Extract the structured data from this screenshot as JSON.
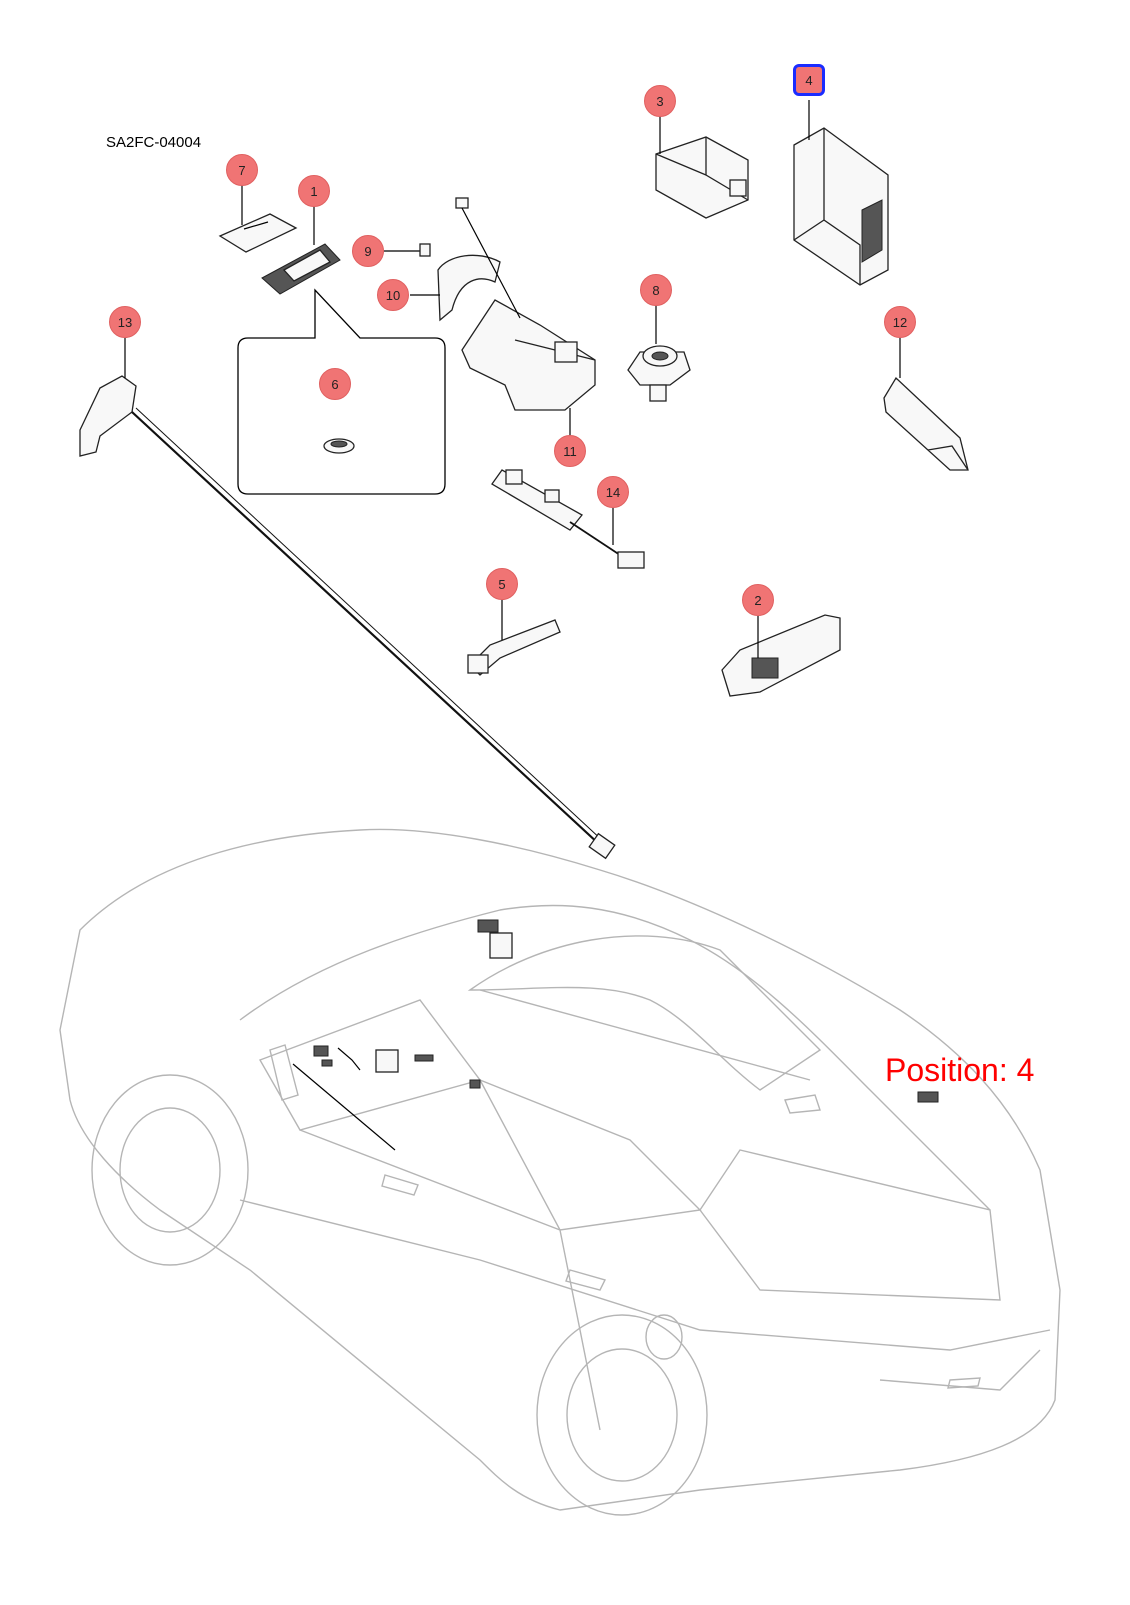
{
  "diagram": {
    "code": "SA2FC-04004",
    "position_label": "Position: 4",
    "selected_callout": "4",
    "callouts": [
      {
        "id": "1",
        "label": "1"
      },
      {
        "id": "2",
        "label": "2"
      },
      {
        "id": "3",
        "label": "3"
      },
      {
        "id": "4",
        "label": "4"
      },
      {
        "id": "5",
        "label": "5"
      },
      {
        "id": "6",
        "label": "6"
      },
      {
        "id": "7",
        "label": "7"
      },
      {
        "id": "8",
        "label": "8"
      },
      {
        "id": "9",
        "label": "9"
      },
      {
        "id": "10",
        "label": "10"
      },
      {
        "id": "11",
        "label": "11"
      },
      {
        "id": "12",
        "label": "12"
      },
      {
        "id": "13",
        "label": "13"
      },
      {
        "id": "14",
        "label": "14"
      }
    ]
  },
  "colors": {
    "callout_fill": "#eb4646",
    "selected_outline": "#1a2cff",
    "position_text": "#ff0000"
  }
}
